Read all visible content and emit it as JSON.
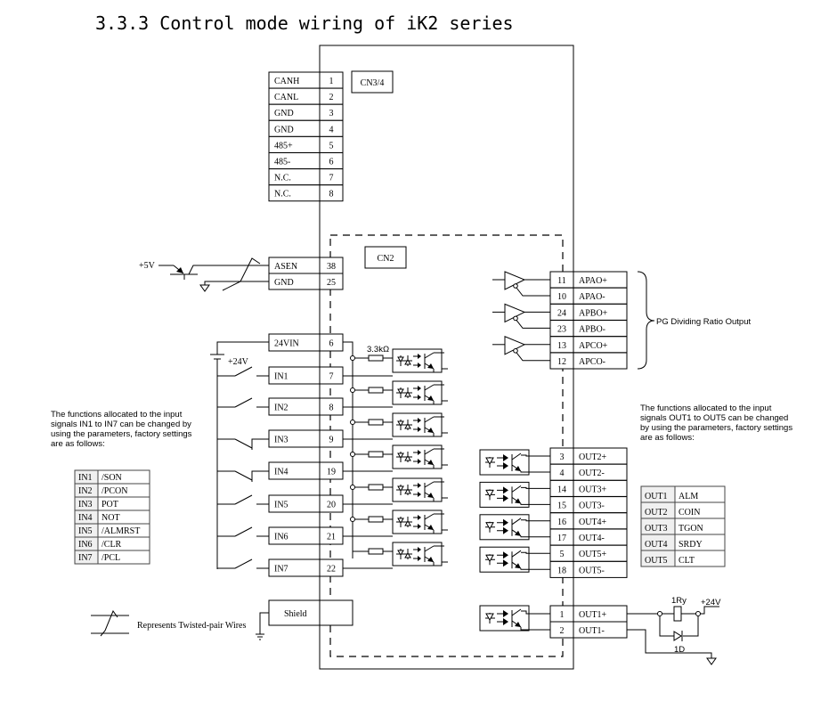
{
  "title": "3.3.3 Control mode wiring of iK2 series",
  "cn34": {
    "label": "CN3/4",
    "pins": [
      {
        "signal": "CANH",
        "pin": "1"
      },
      {
        "signal": "CANL",
        "pin": "2"
      },
      {
        "signal": "GND",
        "pin": "3"
      },
      {
        "signal": "GND",
        "pin": "4"
      },
      {
        "signal": "485+",
        "pin": "5"
      },
      {
        "signal": "485-",
        "pin": "6"
      },
      {
        "signal": "N.C.",
        "pin": "7"
      },
      {
        "signal": "N.C.",
        "pin": "8"
      }
    ]
  },
  "cn2": {
    "label": "CN2",
    "encoder": {
      "supply": "+5V",
      "pins": [
        {
          "signal": "ASEN",
          "pin": "38"
        },
        {
          "signal": "GND",
          "pin": "25"
        }
      ]
    },
    "power": {
      "signal": "24VIN",
      "pin": "6",
      "supply": "+24V",
      "resistor": "3.3kΩ"
    },
    "inputs": [
      {
        "signal": "IN1",
        "pin": "7"
      },
      {
        "signal": "IN2",
        "pin": "8"
      },
      {
        "signal": "IN3",
        "pin": "9"
      },
      {
        "signal": "IN4",
        "pin": "19"
      },
      {
        "signal": "IN5",
        "pin": "20"
      },
      {
        "signal": "IN6",
        "pin": "21"
      },
      {
        "signal": "IN7",
        "pin": "22"
      }
    ],
    "pg_outputs": [
      {
        "pin": "11",
        "signal": "APAO+"
      },
      {
        "pin": "10",
        "signal": "APAO-"
      },
      {
        "pin": "24",
        "signal": "APBO+"
      },
      {
        "pin": "23",
        "signal": "APBO-"
      },
      {
        "pin": "13",
        "signal": "APCO+"
      },
      {
        "pin": "12",
        "signal": "APCO-"
      }
    ],
    "pg_label": "PG Dividing Ratio Output",
    "outputs": [
      {
        "pin": "3",
        "signal": "OUT2+"
      },
      {
        "pin": "4",
        "signal": "OUT2-"
      },
      {
        "pin": "14",
        "signal": "OUT3+"
      },
      {
        "pin": "15",
        "signal": "OUT3-"
      },
      {
        "pin": "16",
        "signal": "OUT4+"
      },
      {
        "pin": "17",
        "signal": "OUT4-"
      },
      {
        "pin": "5",
        "signal": "OUT5+"
      },
      {
        "pin": "18",
        "signal": "OUT5-"
      }
    ],
    "out1": [
      {
        "pin": "1",
        "signal": "OUT1+"
      },
      {
        "pin": "2",
        "signal": "OUT1-"
      }
    ],
    "relay": {
      "coil": "1Ry",
      "diode": "1D",
      "supply": "+24V"
    },
    "shield": "Shield"
  },
  "input_note": [
    "The functions allocated to the input",
    "signals IN1 to IN7 can be changed by",
    "using the parameters, factory settings",
    "are as follows:"
  ],
  "input_table": [
    [
      "IN1",
      "/SON"
    ],
    [
      "IN2",
      "/PCON"
    ],
    [
      "IN3",
      "POT"
    ],
    [
      "IN4",
      "NOT"
    ],
    [
      "IN5",
      "/ALMRST"
    ],
    [
      "IN6",
      "/CLR"
    ],
    [
      "IN7",
      "/PCL"
    ]
  ],
  "output_note": [
    "The functions allocated to the input",
    "signals OUT1 to OUT5  can be changed",
    "by using the parameters, factory settings",
    "are as follows:"
  ],
  "output_table": [
    [
      "OUT1",
      "ALM"
    ],
    [
      "OUT2",
      "COIN"
    ],
    [
      "OUT3",
      "TGON"
    ],
    [
      "OUT4",
      "SRDY"
    ],
    [
      "OUT5",
      "CLT"
    ]
  ],
  "legend": "Represents Twisted-pair Wires"
}
